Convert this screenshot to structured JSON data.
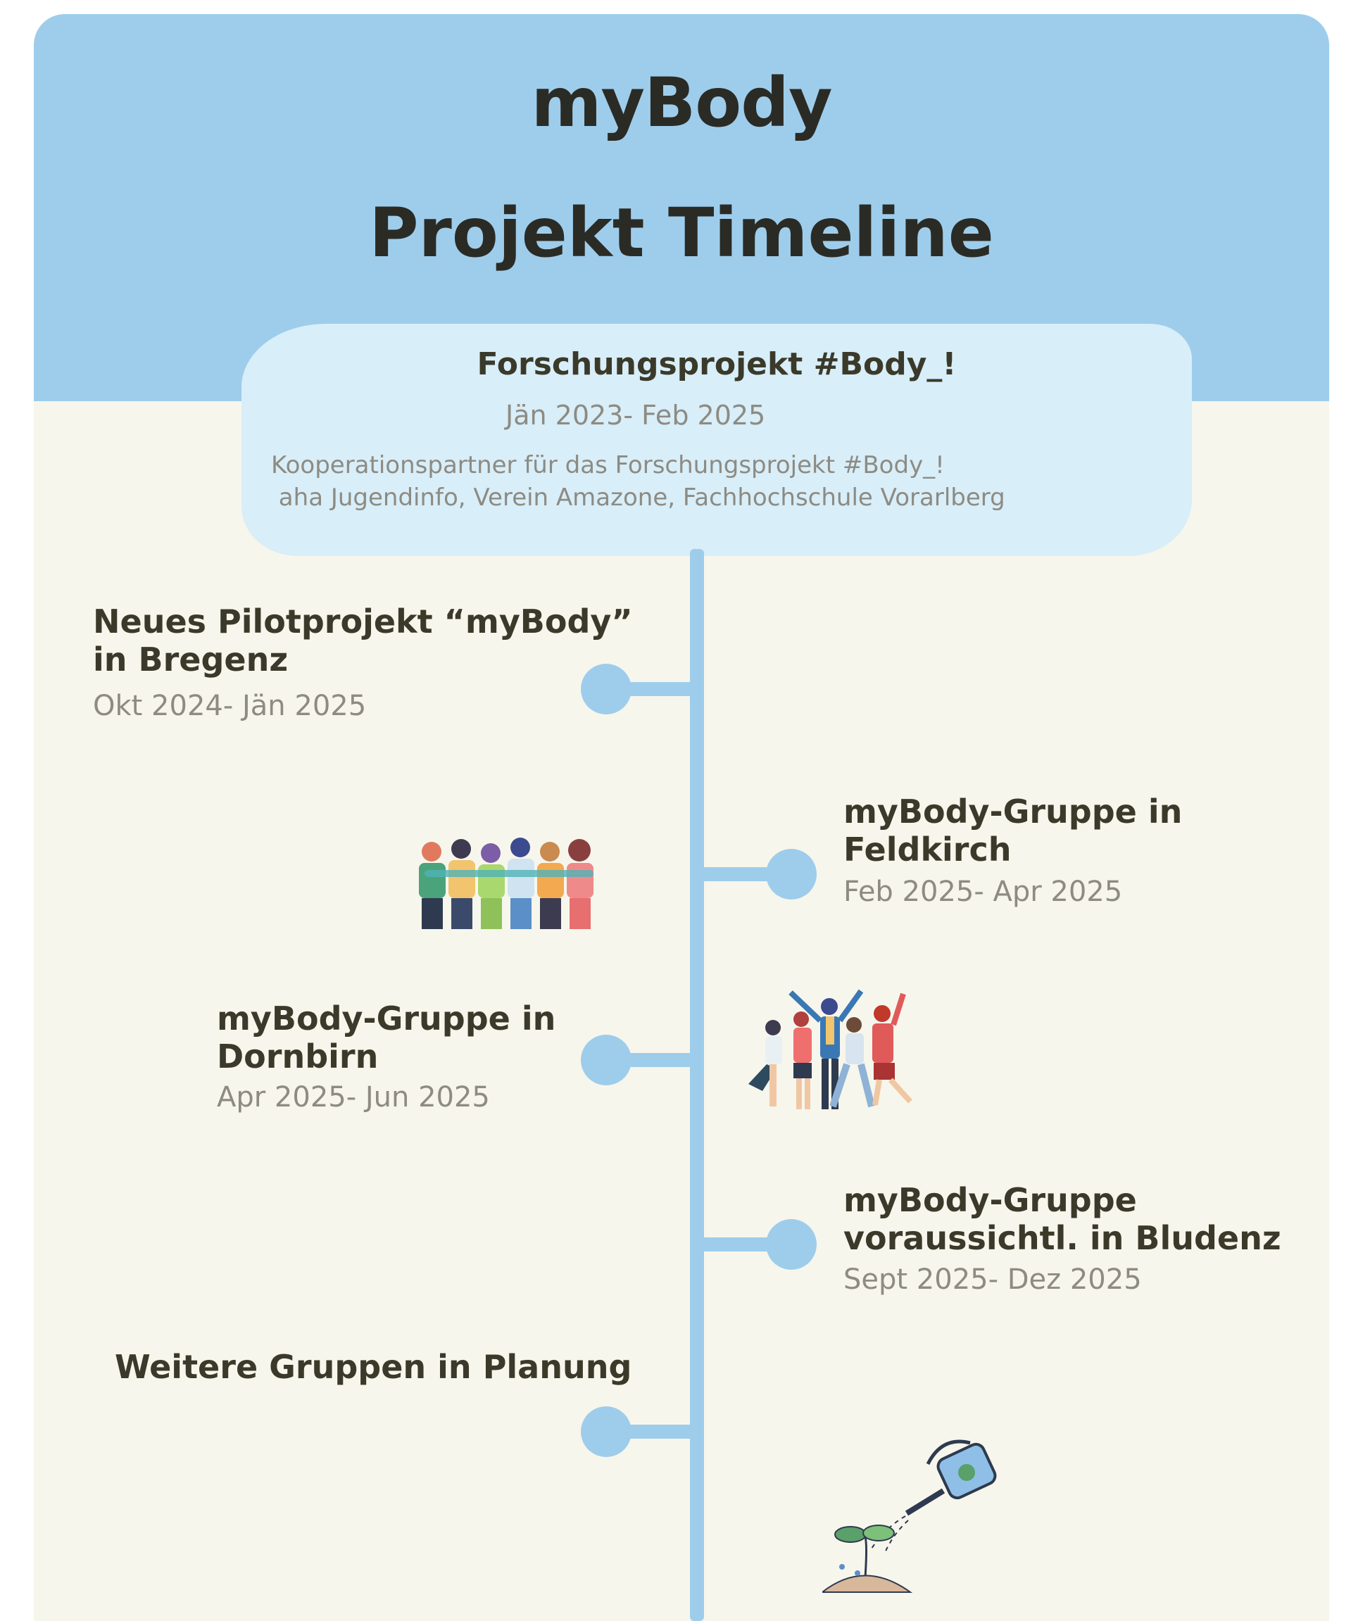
{
  "header": {
    "brand": "myBody",
    "title": "Projekt Timeline"
  },
  "intro": {
    "title": "Forschungsprojekt #Body_!",
    "date": "Jän 2023- Feb 2025",
    "text_line1": "Kooperationspartner für das Forschungsprojekt #Body_!",
    "text_line2": " aha Jugendinfo, Verein Amazone, Fachhochschule Vorarlberg"
  },
  "timeline": [
    {
      "title_line1": "Neues Pilotprojekt “myBody”",
      "title_line2": "in Bregenz",
      "date": "Okt 2024- Jän 2025",
      "side": "left"
    },
    {
      "title_line1": "myBody-Gruppe in",
      "title_line2": "Feldkirch",
      "date": "Feb 2025- Apr 2025",
      "side": "right"
    },
    {
      "title_line1": "myBody-Gruppe in",
      "title_line2": "Dornbirn",
      "date": "Apr 2025- Jun 2025",
      "side": "left"
    },
    {
      "title_line1": "myBody-Gruppe",
      "title_line2": "voraussichtl. in Bludenz",
      "date": "Sept 2025- Dez 2025",
      "side": "right"
    },
    {
      "title_line1": "Weitere Gruppen in Planung",
      "side": "left"
    }
  ],
  "illustrations": [
    "group-hug-illustration",
    "celebrating-people-illustration",
    "watering-can-plant-illustration"
  ],
  "colors": {
    "header": "#9ecdec",
    "background": "#f7f6ec",
    "cloud": "#d8eef9",
    "axis": "#9ecdec"
  }
}
